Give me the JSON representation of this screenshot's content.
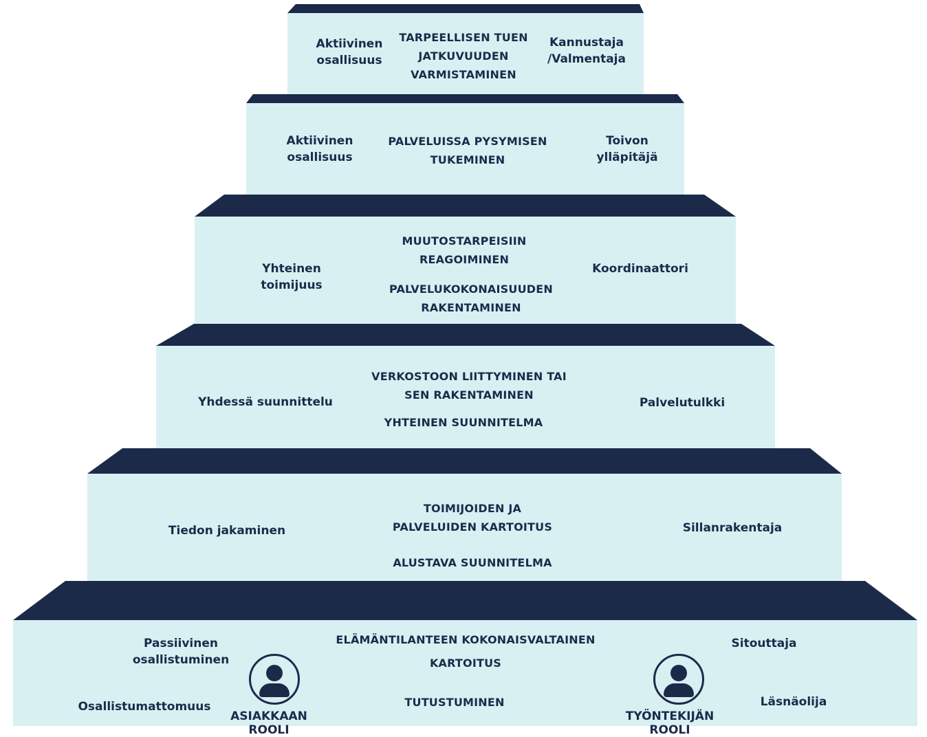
{
  "colors": {
    "tread": "#1c2a4a",
    "riser": "#d8f0f2",
    "text": "#1c2a4a"
  },
  "steps": [
    {
      "level": 1,
      "left": "Aktiivinen\nosallisuus",
      "center": "TARPEELLISEN TUEN\nJATKUVUUDEN\nVARMISTAMINEN",
      "right": "Kannustaja\n/Valmentaja"
    },
    {
      "level": 2,
      "left": "Aktiivinen\nosallisuus",
      "center": "PALVELUISSA PYSYMISEN\nTUKEMINEN",
      "right": "Toivon\nylläpitäjä"
    },
    {
      "level": 3,
      "left": "Yhteinen\ntoimijuus",
      "center": "MUUTOSTARPEISIIN\nREAGOIMINEN",
      "center2": "PALVELUKOKONAISUUDEN\nRAKENTAMINEN",
      "right": "Koordinaattori"
    },
    {
      "level": 4,
      "left": "Yhdessä suunnittelu",
      "center": "VERKOSTOON LIITTYMINEN TAI\nSEN RAKENTAMINEN",
      "center2": "YHTEINEN SUUNNITELMA",
      "right": "Palvelutulkki"
    },
    {
      "level": 5,
      "left": "Tiedon jakaminen",
      "center": "TOIMIJOIDEN JA\nPALVELUIDEN KARTOITUS",
      "center2": "ALUSTAVA SUUNNITELMA",
      "right": "Sillanrakentaja"
    },
    {
      "level": 6,
      "left_top": "Passiivinen\nosallistuminen",
      "left_bottom": "Osallistumattomuus",
      "center": "ELÄMÄNTILANTEEN KOKONAISVALTAINEN",
      "center_b": "KARTOITUS",
      "center2": "TUTUSTUMINEN",
      "right_top": "Sitouttaja",
      "right_bottom": "Läsnäolija"
    }
  ],
  "roles": {
    "client": {
      "label": "ASIAKKAAN\nROOLI",
      "icon": "person-icon"
    },
    "worker": {
      "label": "TYÖNTEKIJÄN\nROOLI",
      "icon": "person-icon"
    }
  }
}
